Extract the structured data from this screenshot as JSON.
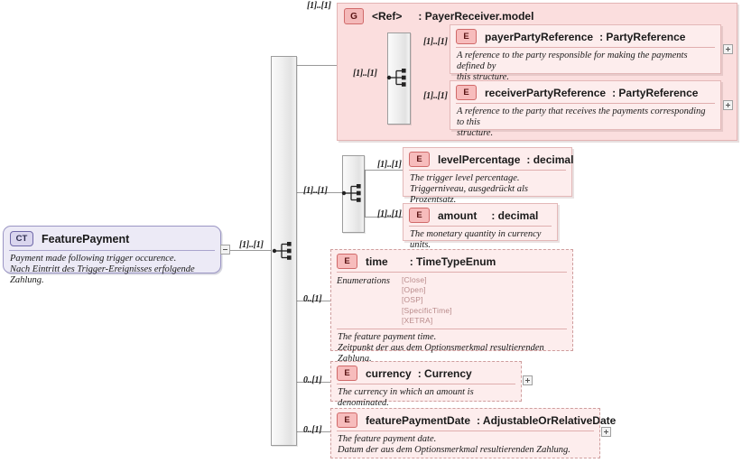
{
  "diagram": {
    "title": "FeaturePayment XSD structure diagram",
    "root": {
      "badge": "CT",
      "name": "FeaturePayment",
      "annotation_line1": "Payment made following trigger occurence.",
      "annotation_line2": "Nach Eintritt des Trigger-Ereignisses erfolgende Zahlung.",
      "cardinality": "[1]..[1]",
      "toggle": "minus"
    },
    "group": {
      "badge": "G",
      "ref": "<Ref>",
      "type": ": PayerReceiver.model",
      "cardinality_outer": "[1]..[1]",
      "cardinality_inner": "[1]..[1]",
      "children": [
        {
          "badge": "E",
          "name": "payerPartyReference",
          "type": ": PartyReference",
          "annotation_line1": "A reference to the party responsible for making the payments defined by",
          "annotation_line2": "this structure.",
          "cardinality": "[1]..[1]",
          "toggle": "plus",
          "optional": false
        },
        {
          "badge": "E",
          "name": "receiverPartyReference",
          "type": ": PartyReference",
          "annotation_line1": "A reference to the party that receives the payments corresponding to this",
          "annotation_line2": "structure.",
          "cardinality": "[1]..[1]",
          "toggle": "plus",
          "optional": false
        }
      ]
    },
    "inner_sequence": {
      "cardinality": "[1]..[1]",
      "children": [
        {
          "badge": "E",
          "name": "levelPercentage",
          "type": ": decimal",
          "annotation_line1": "The trigger level percentage.",
          "annotation_line2": "Triggerniveau, ausgedrückt als Prozentsatz.",
          "cardinality": "[1]..[1]",
          "optional": false
        },
        {
          "badge": "E",
          "name": "amount",
          "type": ": decimal",
          "annotation_line1": "The monetary quantity in currency units.",
          "annotation_line2": "",
          "cardinality": "[1]..[1]",
          "optional": false
        }
      ]
    },
    "elements": [
      {
        "badge": "E",
        "name": "time",
        "type": ": TimeTypeEnum",
        "facet_label": "Enumerations",
        "facet_values": [
          "[Close]",
          "[Open]",
          "[OSP]",
          "[SpecificTime]",
          "[XETRA]"
        ],
        "annotation_line1": "The feature payment time.",
        "annotation_line2": "Zeitpunkt der aus dem Optionsmerkmal resultierenden Zahlung.",
        "cardinality": "0..[1]",
        "optional": true,
        "toggle": null
      },
      {
        "badge": "E",
        "name": "currency",
        "type": ": Currency",
        "annotation_line1": "The currency in which an amount is denominated.",
        "annotation_line2": "",
        "cardinality": "0..[1]",
        "optional": true,
        "toggle": "plus"
      },
      {
        "badge": "E",
        "name": "featurePaymentDate",
        "type": ": AdjustableOrRelativeDate",
        "annotation_line1": "The feature payment date.",
        "annotation_line2": "Datum der aus dem Optionsmerkmal resultierenden Zahlung.",
        "cardinality": "0..[1]",
        "optional": true,
        "toggle": "plus"
      }
    ],
    "colors": {
      "group_bg": "#fbdede",
      "element_bg": "#fdeded",
      "complextype_bg": "#eceaf6",
      "line": "#9a9a9a",
      "badge_pink": "#f7bcbc",
      "badge_lavender": "#d9d5ee"
    }
  }
}
